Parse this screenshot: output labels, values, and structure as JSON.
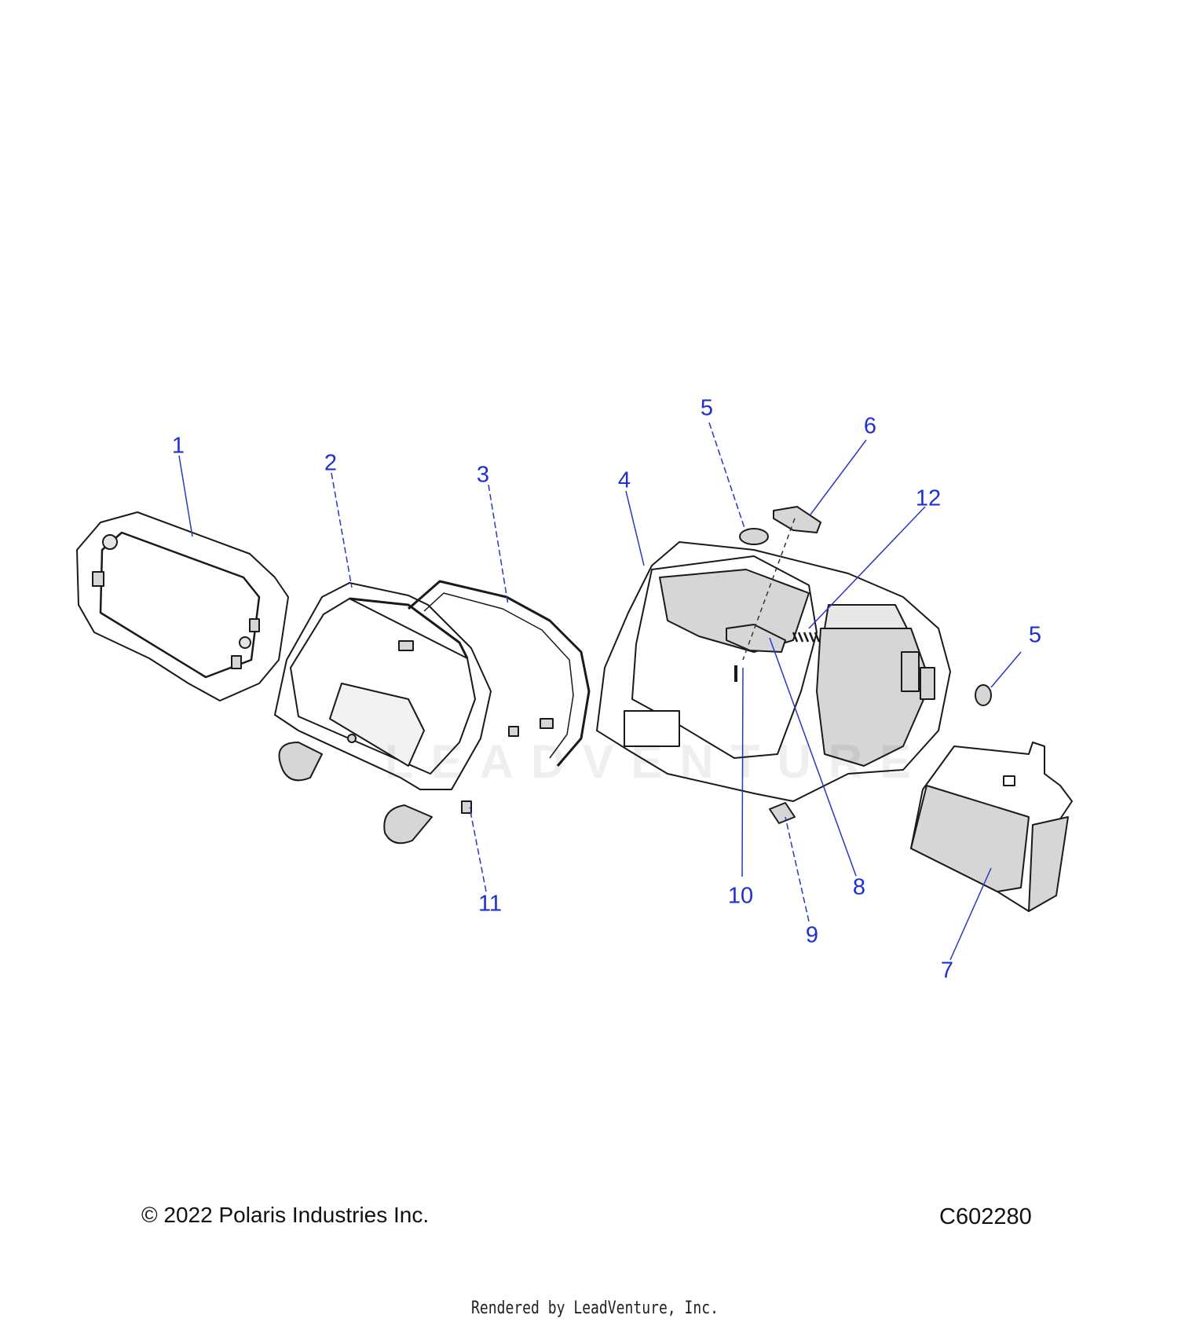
{
  "colors": {
    "callout": "#1f2fd0",
    "line": "#2a37c4",
    "part_stroke": "#1a1a1a",
    "part_shade": "#d6d6d6",
    "part_fill": "#ffffff"
  },
  "callouts": [
    "1",
    "2",
    "3",
    "4",
    "5",
    "6",
    "12",
    "5",
    "10",
    "11",
    "9",
    "8",
    "7"
  ],
  "footer": {
    "copyright": "© 2022 Polaris Industries Inc.",
    "figure_code": "C602280",
    "render_credit": "Rendered by LeadVenture, Inc."
  },
  "watermark": "LEADVENTURE"
}
